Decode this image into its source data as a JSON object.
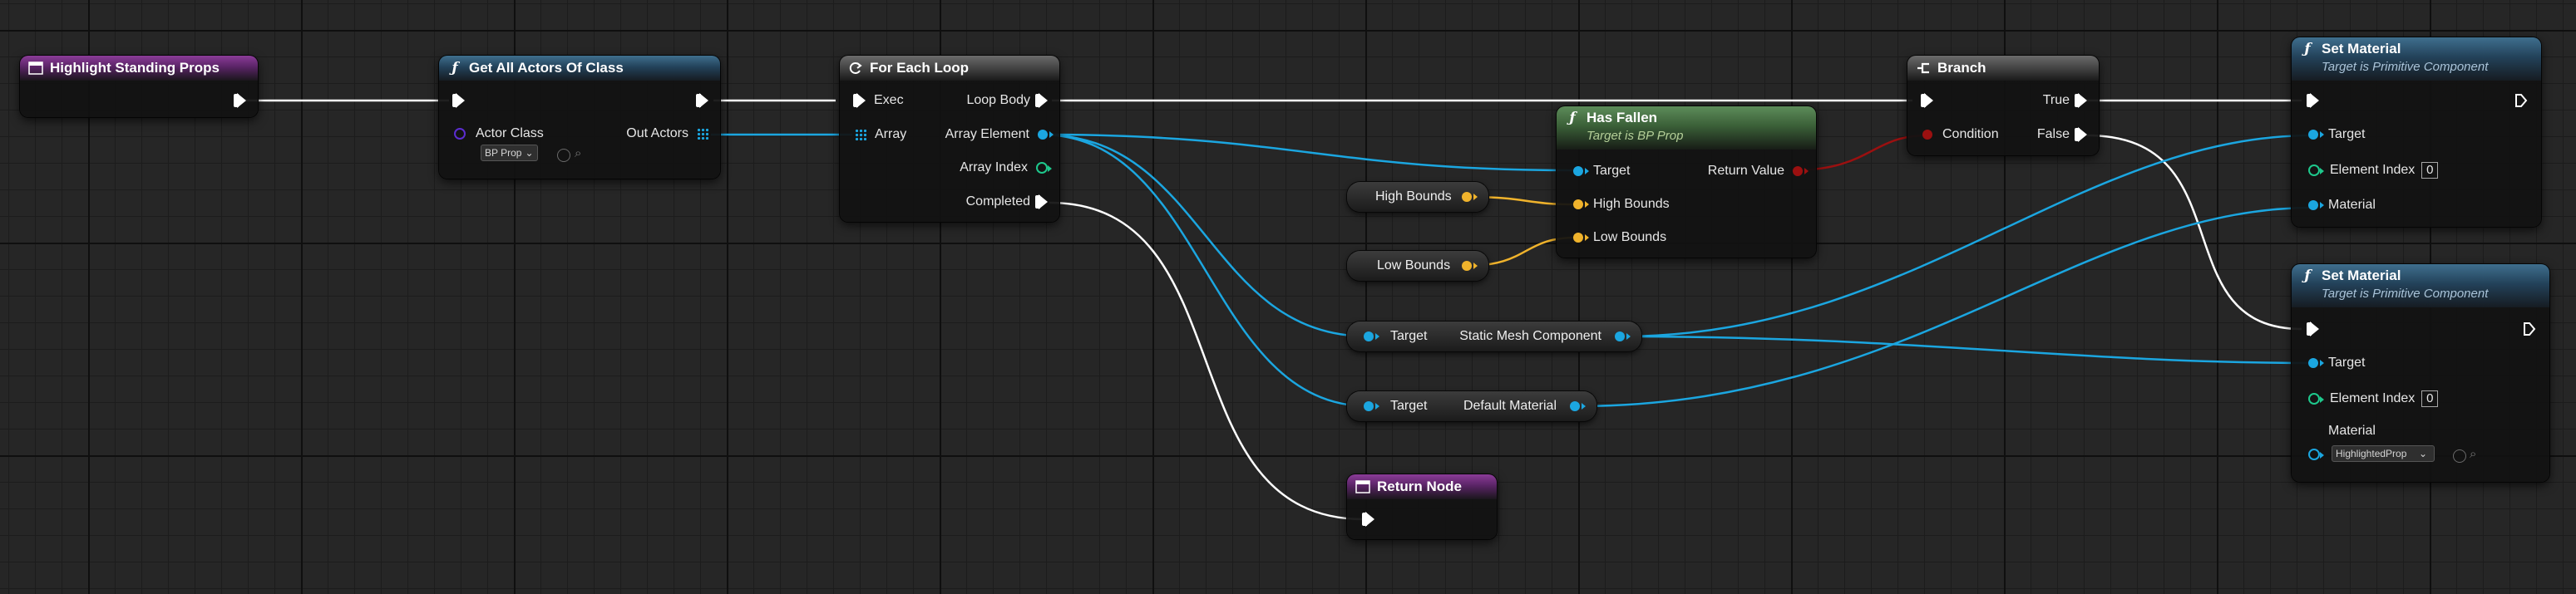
{
  "nodes": {
    "highlight_event": {
      "title": "Highlight Standing Props"
    },
    "get_all_actors": {
      "title": "Get All Actors Of Class",
      "actor_class_label": "Actor Class",
      "actor_class_value": "BP Prop",
      "out_actors_label": "Out Actors"
    },
    "for_each": {
      "title": "For Each Loop",
      "exec_label": "Exec",
      "loop_body_label": "Loop Body",
      "array_label": "Array",
      "array_element_label": "Array Element",
      "array_index_label": "Array Index",
      "completed_label": "Completed"
    },
    "has_fallen": {
      "title": "Has Fallen",
      "subtitle": "Target is BP Prop",
      "target_label": "Target",
      "return_value_label": "Return Value",
      "high_bounds_label": "High Bounds",
      "low_bounds_label": "Low Bounds"
    },
    "high_bounds_var": {
      "label": "High Bounds"
    },
    "low_bounds_var": {
      "label": "Low Bounds"
    },
    "static_mesh_getter": {
      "target_label": "Target",
      "output_label": "Static Mesh Component"
    },
    "default_material_getter": {
      "target_label": "Target",
      "output_label": "Default Material"
    },
    "return_node": {
      "title": "Return Node"
    },
    "branch": {
      "title": "Branch",
      "true_label": "True",
      "condition_label": "Condition",
      "false_label": "False"
    },
    "set_material_1": {
      "title": "Set Material",
      "subtitle": "Target is Primitive Component",
      "target_label": "Target",
      "element_index_label": "Element Index",
      "element_index_value": "0",
      "material_label": "Material"
    },
    "set_material_2": {
      "title": "Set Material",
      "subtitle": "Target is Primitive Component",
      "target_label": "Target",
      "element_index_label": "Element Index",
      "element_index_value": "0",
      "material_label": "Material",
      "material_value": "HighlightedProp"
    }
  },
  "colors": {
    "exec": "#ffffff",
    "object": "#1ba6e0",
    "float": "#f0b32c",
    "bool": "#9b1010",
    "integer": "#1ec88c",
    "class": "#5b2dd0"
  },
  "icons": {
    "event": "event-node-icon",
    "function": "function-f-icon",
    "loop": "loop-icon",
    "branch": "branch-icon"
  }
}
